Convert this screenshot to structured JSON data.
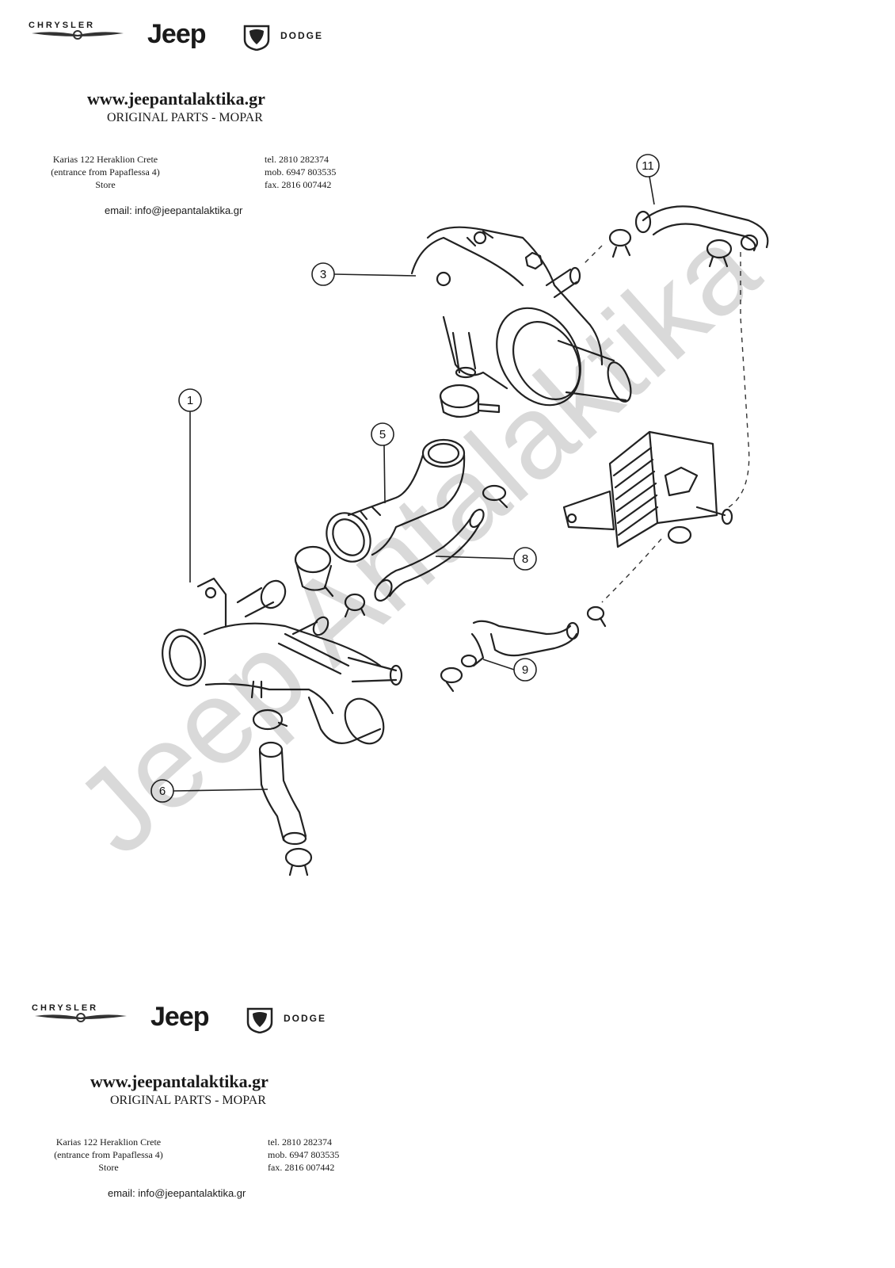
{
  "header_block": {
    "brands": {
      "chrysler": "CHRYSLER",
      "jeep": "Jeep",
      "dodge": "DODGE"
    },
    "website": "www.jeepantalaktika.gr",
    "tagline": "ORIGINAL PARTS - MOPAR",
    "address": [
      "Karias 122 Heraklion Crete",
      "(entrance from Papaflessa 4)",
      "Store"
    ],
    "contact": [
      "tel. 2810 282374",
      "mob. 6947 803535",
      "fax. 2816 007442"
    ],
    "email": "email: info@jeepantalaktika.gr"
  },
  "diagram": {
    "watermark": "Jeep Antalaktika",
    "callouts": [
      "11",
      "3",
      "1",
      "5",
      "8",
      "9",
      "6"
    ]
  }
}
